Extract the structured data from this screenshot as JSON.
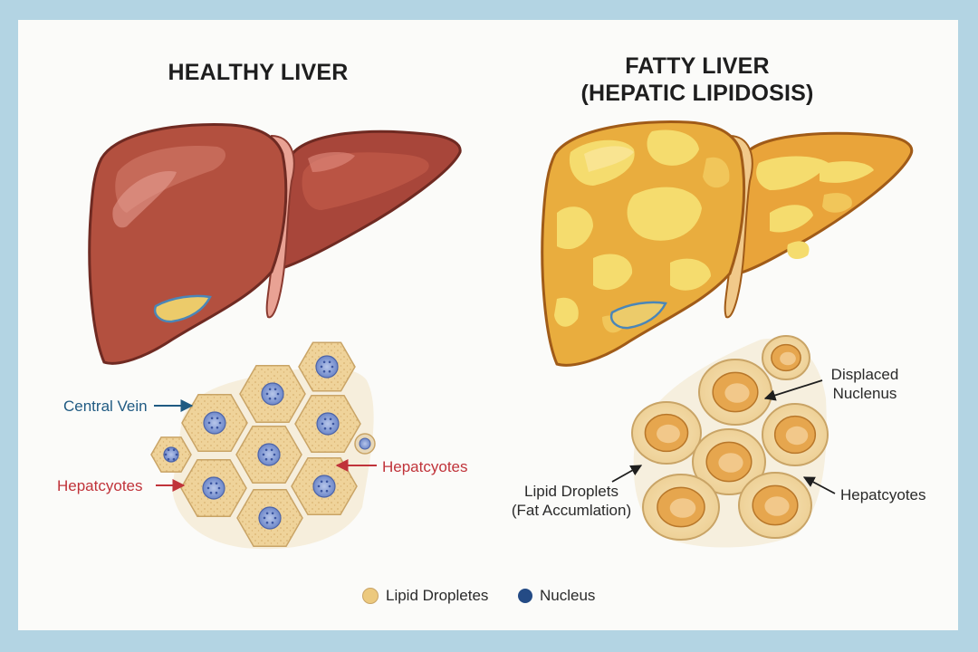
{
  "healthy": {
    "title": "HEALTHY LIVER",
    "labels": {
      "central_vein": "Central Vein",
      "hepatocytes_left": "Hepatcyotes",
      "hepatocytes_right": "Hepatcyotes"
    }
  },
  "fatty": {
    "title_line1": "FATTY LIVER",
    "title_line2": "(HEPATIC LIPIDOSIS)",
    "labels": {
      "displaced_line1": "Displaced",
      "displaced_line2": "Nuclenus",
      "lipid_line1": "Lipid Droplets",
      "lipid_line2": "(Fat Accumlation)",
      "hepatocytes": "Hepatcyotes"
    }
  },
  "legend": [
    {
      "label": "Lipid Dropletes",
      "color": "#ecc97e"
    },
    {
      "label": "Nucleus",
      "color": "#244b85"
    }
  ],
  "colors": {
    "healthy_liver": "#b3503f",
    "fatty_liver": "#e9ad3e",
    "fat_patch": "#f5dc6e",
    "cell_fill": "#efd39a",
    "nucleus": "#8fa6d9",
    "arrow_blue": "#1f5a82",
    "arrow_red": "#c0333a"
  }
}
